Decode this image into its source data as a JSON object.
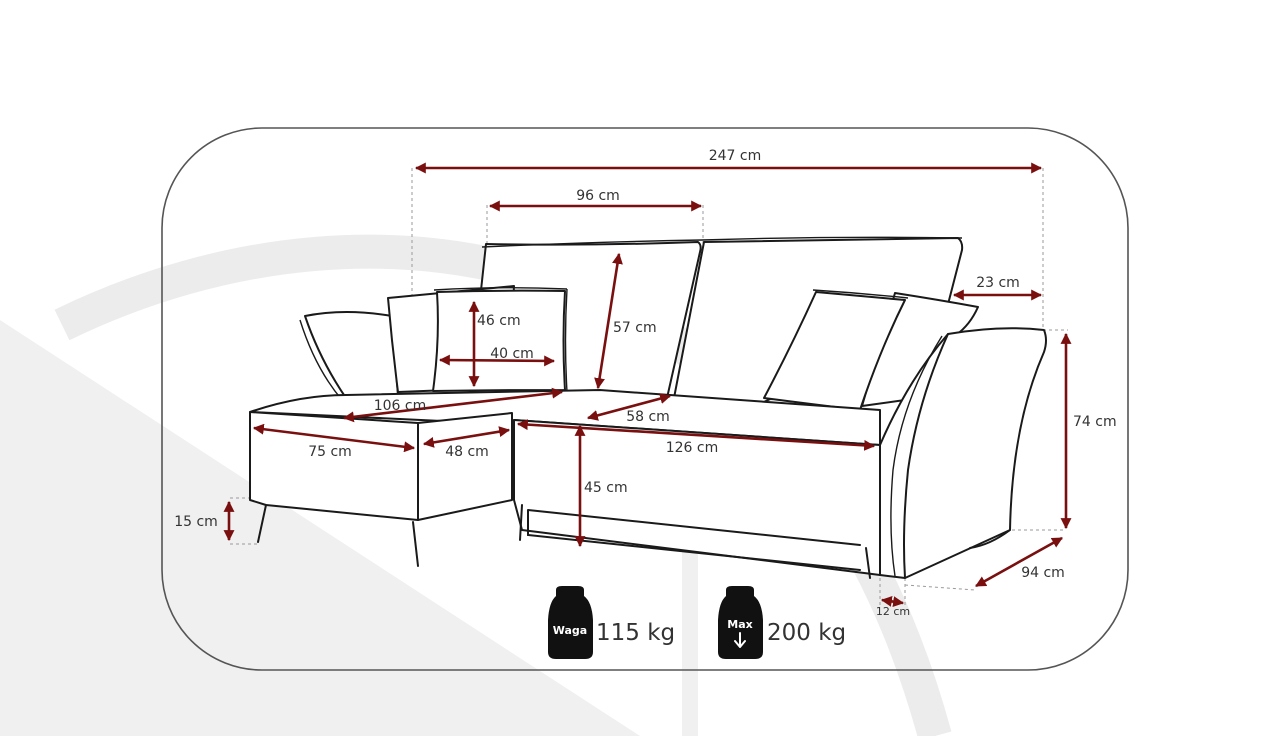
{
  "colors": {
    "dimension_line": "#7a0f0f",
    "outline": "#1a1a1a",
    "frame": "#555555",
    "watermark": "#e8e8e8",
    "weight_icon": "#111111"
  },
  "dimensions": {
    "total_width": "247 cm",
    "back_cushion_width": "96 cm",
    "armrest_width": "23 cm",
    "back_height": "57 cm",
    "pillow_height": "46 cm",
    "pillow_width": "40 cm",
    "chaise_depth": "106 cm",
    "chaise_width": "75 cm",
    "chaise_seat": "48 cm",
    "seat_depth": "58 cm",
    "seat_width": "126 cm",
    "seat_height": "45 cm",
    "total_height": "74 cm",
    "total_depth": "94 cm",
    "leg_height": "15 cm",
    "leg_inset": "12 cm"
  },
  "weights": {
    "product": {
      "icon": "weight-icon",
      "label": "Waga",
      "value": "115 kg"
    },
    "max_load": {
      "icon": "max-load-icon",
      "label": "Max",
      "value": "200 kg"
    }
  }
}
